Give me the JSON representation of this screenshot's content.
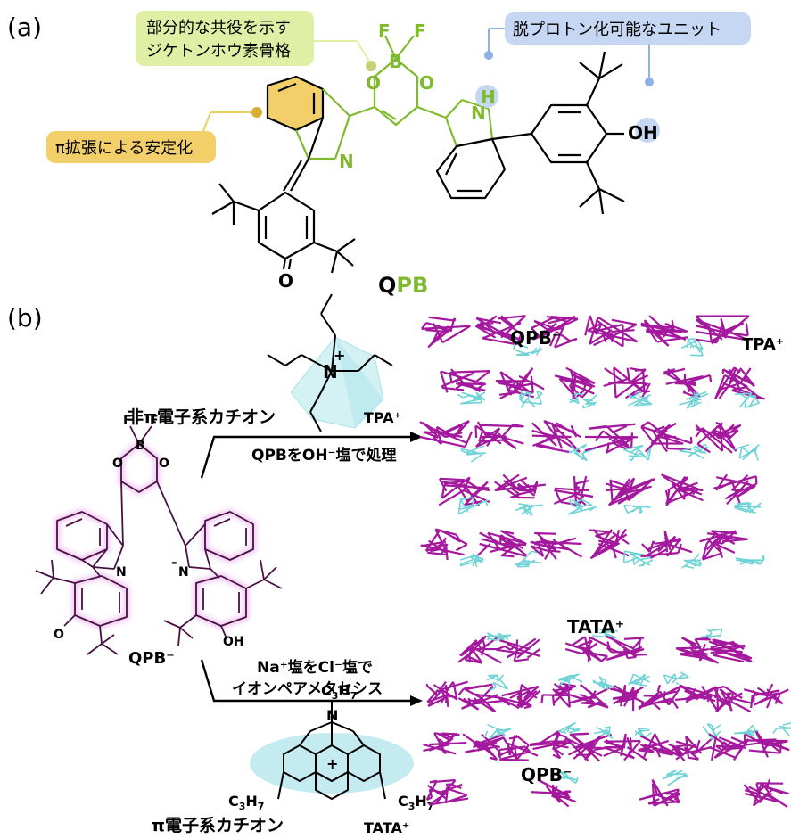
{
  "panel_a": {
    "label": "(a)",
    "callouts": {
      "conjugation": "部分的な共役を示す\nジケトンホウ素骨格",
      "deprotonation": "脱プロトン化可能なユニット",
      "pi_extension": "π拡張による安定化"
    },
    "atoms": {
      "F1": "F",
      "F2": "F",
      "B": "B",
      "O1": "O",
      "O2": "O",
      "N_left": "N",
      "H": "H",
      "N_right": "N",
      "OH": "OH",
      "O_quinone": "O"
    },
    "compound_name": {
      "q": "Q",
      "pb": "PB"
    }
  },
  "panel_b": {
    "label": "(b)",
    "top_pathway": {
      "cation_type": "非π電子系カチオン",
      "reaction": "QPBをOH⁻塩で処理",
      "cation_label": "TPA⁺",
      "cation_charge": "+",
      "cation_atom": "N"
    },
    "bottom_pathway": {
      "reaction": "Na⁺塩をCl⁻塩で\nイオンペアメタセシス",
      "cation_type": "π電子系カチオン",
      "cation_label": "TATA⁺",
      "cation_charge": "+",
      "substituent": "C₃H₇",
      "atom_N": "N"
    },
    "anion_structure": {
      "name": "QPB⁻",
      "atoms": {
        "F1": "F",
        "F2": "F",
        "B": "B",
        "O1": "O",
        "O2": "O",
        "N_left": "N",
        "N_right": "N",
        "charge": "-",
        "O_quinone": "O",
        "OH": "OH"
      }
    },
    "crystal_top": {
      "anion": "QPB⁻",
      "cation": "TPA⁺"
    },
    "crystal_bottom": {
      "anion": "QPB⁻",
      "cation": "TATA⁺"
    }
  },
  "colors": {
    "green": "#7fba2e",
    "green_box": "#dff0a6",
    "blue_box": "#c5d7f2",
    "blue_line": "#8eb0e6",
    "yellow_box": "#f3cf6a",
    "yellow_line": "#e8d264",
    "magenta": "#a4189e",
    "cyan": "#6fd3d6",
    "glow": "#f0c7f0"
  }
}
